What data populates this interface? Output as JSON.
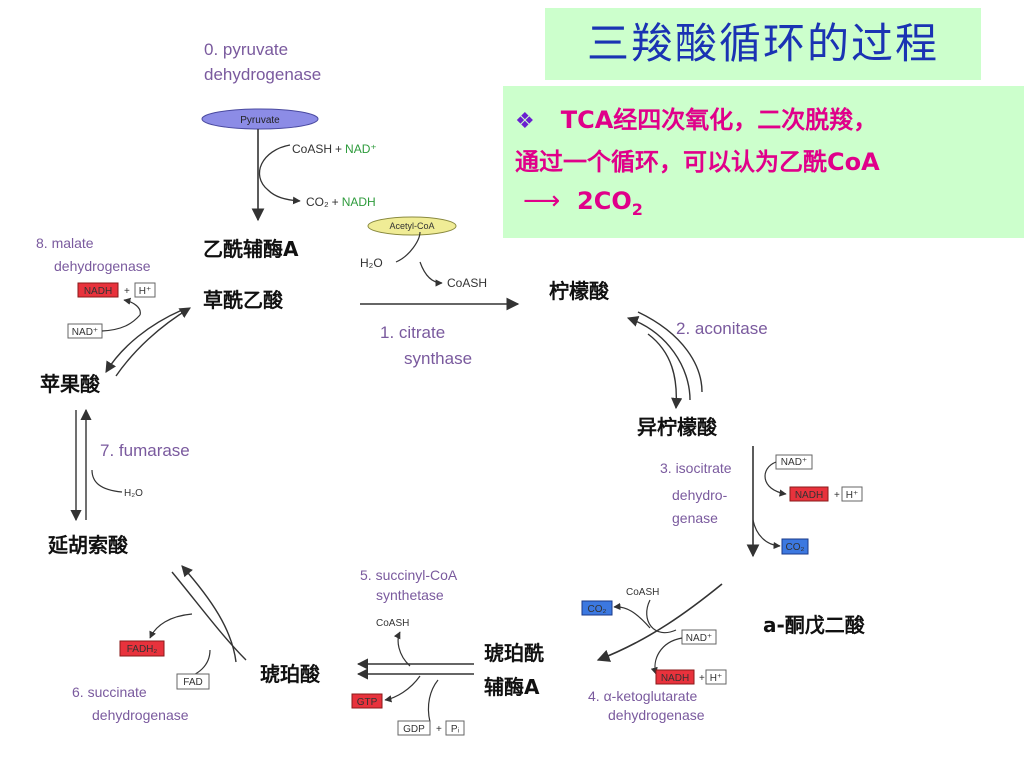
{
  "title": "三羧酸循环的过程",
  "note": {
    "bullet": "❖",
    "line1": "TCA经四次氧化，二次脱羧，",
    "line2": "通过一个循环，可以认为乙酰CoA",
    "arrow": "⟶",
    "product": "2CO",
    "product_sub": "2"
  },
  "enzymes": {
    "e0_line1": "0. pyruvate",
    "e0_line2": "dehydrogenase",
    "e1_line1": "1. citrate",
    "e1_line2": "synthase",
    "e2": "2. aconitase",
    "e3_line1": "3. isocitrate",
    "e3_line2": "dehydro-",
    "e3_line3": "genase",
    "e4": "4. α-ketoglutarate",
    "e4_line2": "dehydrogenase",
    "e5_line1": "5. succinyl-CoA",
    "e5_line2": "synthetase",
    "e6_line1": "6. succinate",
    "e6_line2": "dehydrogenase",
    "e7": "7. fumarase",
    "e8_line1": "8. malate",
    "e8_line2": "dehydrogenase"
  },
  "metabolites": {
    "acetyl_coa": "乙酰辅酶A",
    "oxaloacetate": "草酰乙酸",
    "citrate": "柠檬酸",
    "isocitrate": "异柠檬酸",
    "a_ketoglutarate": "a-酮戊二酸",
    "succinyl_coa_line1": "琥珀酰",
    "succinyl_coa_line2": "辅酶A",
    "succinate": "琥珀酸",
    "fumarate": "延胡索酸",
    "malate": "苹果酸"
  },
  "cofactors": {
    "pyruvate": "Pyruvate",
    "acetyl_coa_pill": "Acetyl-CoA",
    "coash": "CoASH",
    "plus": "+",
    "nad": "NAD⁺",
    "co2": "CO₂",
    "nadh": "NADH",
    "h2o": "H₂O",
    "hplus": "H⁺",
    "fad": "FAD",
    "fadh2": "FADH₂",
    "gtp": "GTP",
    "gdp": "GDP",
    "pi": "Pᵢ"
  },
  "colors": {
    "title_bg": "#ccffcc",
    "title_text": "#1a33b3",
    "note_text": "#e0008a",
    "enzyme": "#7a5a9e",
    "nadh_box": "#e8323c",
    "co2_box": "#3c78e0",
    "pyruvate_pill": "#8c8ce6",
    "acetyl_pill": "#f0ec96",
    "nad_green": "#2e9b3c"
  }
}
